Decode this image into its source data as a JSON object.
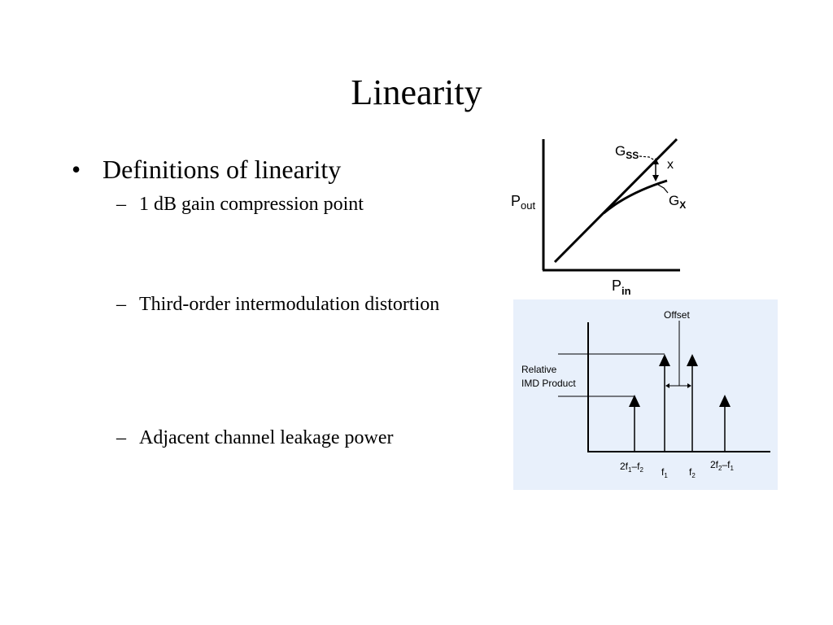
{
  "slide": {
    "title": "Linearity",
    "bullet": {
      "marker": "•",
      "text": "Definitions of linearity"
    },
    "sub_marker": "–",
    "sub_bullets": [
      "1 dB gain compression point",
      "Third-order intermodulation distortion",
      "Adjacent channel leakage power"
    ]
  },
  "compression_figure": {
    "y_label_main": "P",
    "y_label_sub": "out",
    "x_label_main": "P",
    "x_label_sub": "in",
    "gss_main": "G",
    "gss_sub": "SS",
    "gx_main": "G",
    "gx_sub": "X",
    "x_label": "x"
  },
  "imd_figure": {
    "background": "#e8f0fb",
    "offset_label": "Offset",
    "relative_label_line1": "Relative",
    "relative_label_line2": "IMD Product",
    "tick_2f1_f2": {
      "a": "2f",
      "a_sub": "1",
      "b": "–f",
      "b_sub": "2"
    },
    "tick_f1": {
      "a": "f",
      "a_sub": "1"
    },
    "tick_f2": {
      "a": "f",
      "a_sub": "2"
    },
    "tick_2f2_f1": {
      "a": "2f",
      "a_sub": "2",
      "b": "–f",
      "b_sub": "1"
    }
  }
}
